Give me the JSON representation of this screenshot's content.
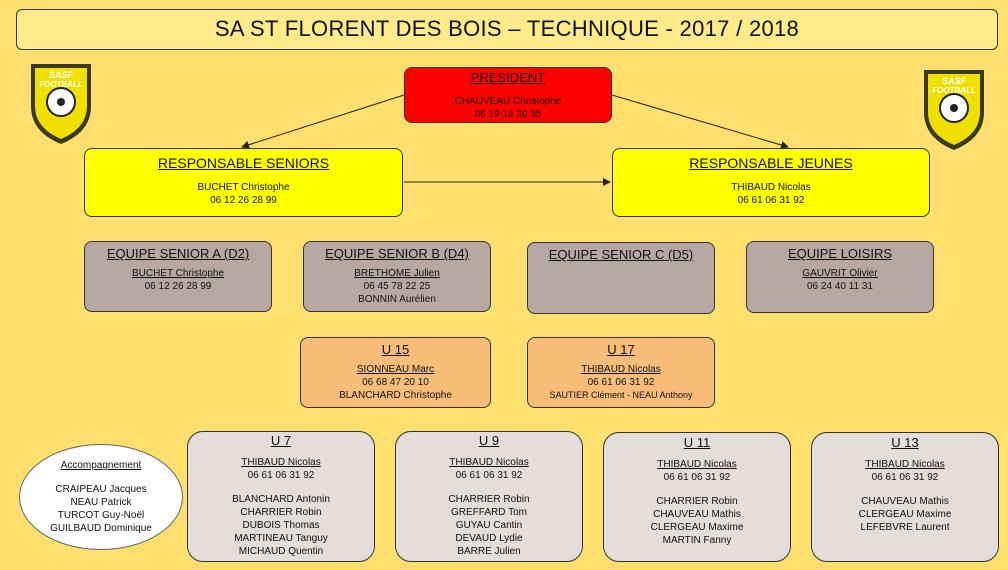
{
  "title": "SA ST FLORENT DES BOIS – TECHNIQUE -  2017 / 2018",
  "logo": {
    "text_line1": "SASF",
    "text_line2": "FOOTBALL",
    "colors": {
      "outer": "#3a3a1a",
      "inner": "#f0e000",
      "ball": "#ffffff"
    }
  },
  "colors": {
    "president": "#ff0000",
    "responsables": "#ffff00",
    "seniors": "#b7a8a3",
    "u15_u17": "#f9bd7a",
    "youth": "#e4ddd9",
    "background": "#ffdf6e"
  },
  "president": {
    "heading": "PRESIDENT",
    "name": "CHAUVEAU Christophe",
    "phone": "06 19 14 30 35"
  },
  "resp_seniors": {
    "heading": "RESPONSABLE SENIORS",
    "name": "BUCHET Christophe",
    "phone": "06 12 26 28 99"
  },
  "resp_jeunes": {
    "heading": "RESPONSABLE JEUNES",
    "name": "THIBAUD Nicolas",
    "phone": "06 61 06 31 92"
  },
  "senior_a": {
    "heading": "EQUIPE SENIOR A (D2)",
    "name": "BUCHET Christophe",
    "phone": "06 12 26 28 99"
  },
  "senior_b": {
    "heading": "EQUIPE SENIOR B (D4)",
    "name": "BRETHOME Julien",
    "phone": "06 45 78 22 25",
    "extra": "BONNIN Aurélien"
  },
  "senior_c": {
    "heading": "EQUIPE SENIOR C (D5)"
  },
  "loisirs": {
    "heading": "EQUIPE LOISIRS",
    "name": "GAUVRIT Olivier",
    "phone": "06 24 40 11 31"
  },
  "u15": {
    "heading": "U 15",
    "name": "SIONNEAU Marc",
    "phone": "06 68 47 20 10",
    "extra": "BLANCHARD Christophe"
  },
  "u17": {
    "heading": "U 17",
    "name": "THIBAUD Nicolas",
    "phone": "06 61 06 31 92",
    "extra": "SAUTIER Clément - NEAU Anthony"
  },
  "u7": {
    "heading": "U 7",
    "name": "THIBAUD Nicolas",
    "phone": "06 61 06 31 92",
    "members": [
      "BLANCHARD Antonin",
      "CHARRIER Robin",
      "DUBOIS Thomas",
      "MARTINEAU Tanguy",
      "MICHAUD Quentin"
    ]
  },
  "u9": {
    "heading": "U 9",
    "name": "THIBAUD Nicolas",
    "phone": "06 61 06 31 92",
    "members": [
      "CHARRIER Robin",
      "GREFFARD Tom",
      "GUYAU Cantin",
      "DEVAUD Lydie",
      "BARRE Julien"
    ]
  },
  "u11": {
    "heading": "U 11",
    "name": "THIBAUD Nicolas",
    "phone": "06 61 06 31 92",
    "members": [
      "CHARRIER Robin",
      "CHAUVEAU Mathis",
      "CLERGEAU Maxime",
      "MARTIN Fanny"
    ]
  },
  "u13": {
    "heading": "U 13",
    "name": "THIBAUD Nicolas",
    "phone": "06 61 06 31 92",
    "members": [
      "CHAUVEAU Mathis",
      "CLERGEAU Maxime",
      "LEFEBVRE Laurent"
    ]
  },
  "accompagnement": {
    "heading": "Accompagnement",
    "members": [
      "CRAIPEAU Jacques",
      "NEAU Patrick",
      "TURCOT Guy-Noël",
      "GUILBAUD Dominique"
    ]
  }
}
